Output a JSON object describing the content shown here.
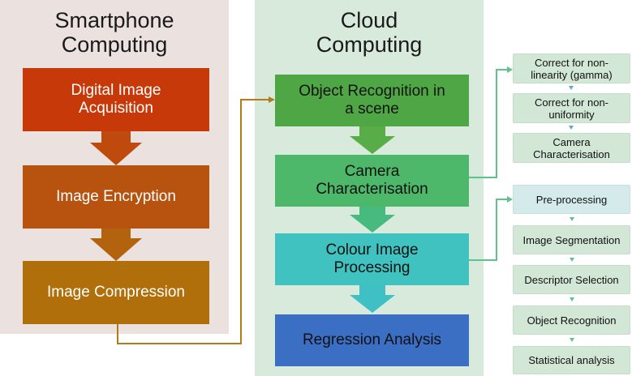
{
  "smartphone": {
    "title_line1": "Smartphone",
    "title_line2": "Computing",
    "steps": [
      {
        "line1": "Digital Image",
        "line2": "Acquisition"
      },
      {
        "line1": "Image Encryption"
      },
      {
        "line1": "Image Compression"
      }
    ]
  },
  "cloud": {
    "title_line1": "Cloud",
    "title_line2": "Computing",
    "steps": [
      {
        "line1": "Object Recognition in",
        "line2": "a scene"
      },
      {
        "line1": "Camera",
        "line2": "Characterisation"
      },
      {
        "line1": "Colour Image",
        "line2": "Processing"
      },
      {
        "line1": "Regression Analysis"
      }
    ]
  },
  "characterisation_steps": [
    {
      "line1": "Correct for non-",
      "line2": "linearity (gamma)"
    },
    {
      "line1": "Correct for non-",
      "line2": "uniformity"
    },
    {
      "line1": "Camera",
      "line2": "Characterisation"
    }
  ],
  "processing_steps": [
    {
      "line1": "Pre-processing"
    },
    {
      "line1": "Image Segmentation"
    },
    {
      "line1": "Descriptor Selection"
    },
    {
      "line1": "Object Recognition"
    },
    {
      "line1": "Statistical analysis"
    }
  ],
  "colors": {
    "smartphone_panel": "#ebe2e0",
    "cloud_panel": "#d7eadb",
    "step_red": "#c8390a",
    "step_orange": "#b7520f",
    "step_gold": "#b06f0a",
    "step_green_1": "#4fa645",
    "step_green_2": "#4db86a",
    "step_teal": "#3fc2c0",
    "step_blue": "#3b6fc4",
    "connector_gold": "#b07d1c",
    "connector_green": "#5cc48a"
  }
}
